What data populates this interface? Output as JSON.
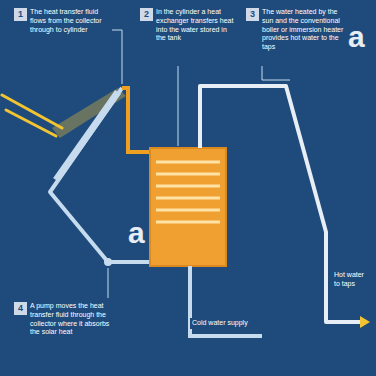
{
  "diagram": {
    "labels": [
      "1",
      "The heat transfer fluid flows from the collector through to cylinder",
      "2",
      "In the cylinder a heat exchanger transfers heat into the water stored in the tank",
      "3",
      "The water heated by the sun and the conventional boiler or immersion heater provides hot water to the taps",
      "a",
      "4",
      "A pump moves the heat transfer fluid through the collector where it absorbs the solar heat",
      "a",
      "Cold water supply",
      "Hot water to taps"
    ]
  }
}
